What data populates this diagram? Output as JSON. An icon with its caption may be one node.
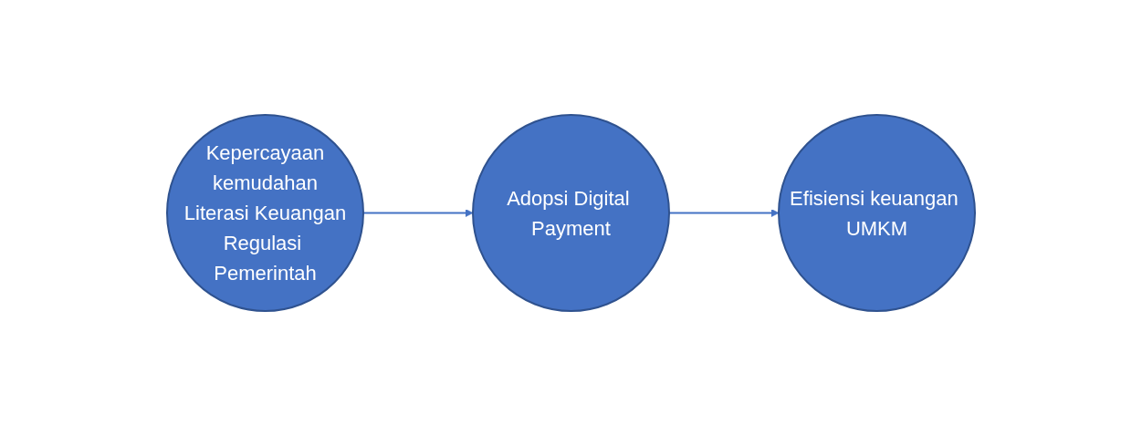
{
  "diagram": {
    "nodes": [
      {
        "text": [
          "Kepercayaan",
          "kemudahan",
          "Literasi Keuangan",
          "Regulasi Pemerintah"
        ]
      },
      {
        "text": [
          "Adopsi Digital Payment"
        ]
      },
      {
        "text": [
          "Efisiensi keuangan UMKM"
        ]
      }
    ],
    "edges": [
      {
        "from": 0,
        "to": 1,
        "arrow": "to"
      },
      {
        "from": 1,
        "to": 2,
        "arrow": "to"
      }
    ]
  }
}
